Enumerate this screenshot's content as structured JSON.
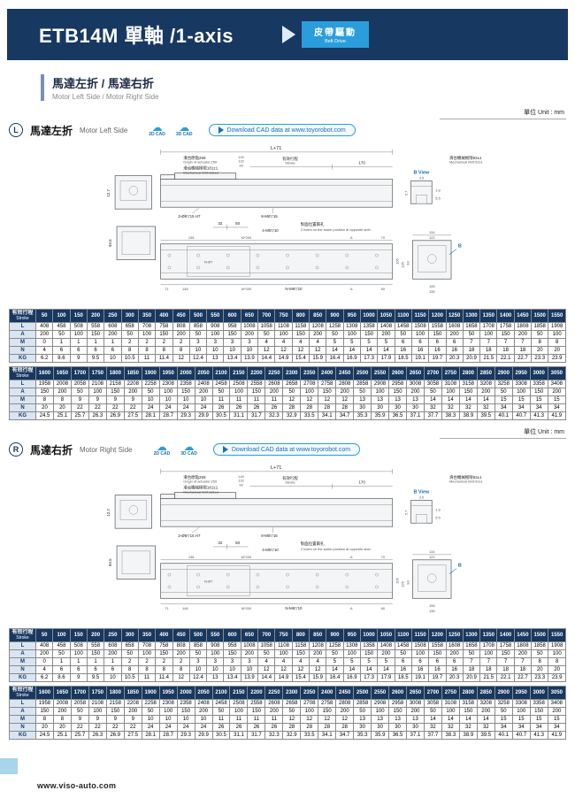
{
  "header": {
    "title": "ETB14M 單軸 /1-axis",
    "badge_cn": "皮帶驅動",
    "badge_en": "Belt Drive"
  },
  "subtitle": {
    "cn": "馬達左折 / 馬達右折",
    "en": "Motor Left Side / Motor Right Side"
  },
  "unit": "單位 Unit : mm",
  "cad": {
    "d2": "2D CAD",
    "d3": "3D CAD",
    "download": "Download CAD data at www.toyorobot.com"
  },
  "sections": [
    {
      "badge": "L",
      "title_cn": "馬達左折",
      "title_en": "Motor Left Side"
    },
    {
      "badge": "R",
      "title_cn": "馬達右折",
      "title_en": "Motor Right Side"
    }
  ],
  "drawing": {
    "dim_l_plus_71": "L+71",
    "origin_cn": "滑台原點259",
    "origin_en": "Origin of actuator:259",
    "stroke_cn": "有效行程",
    "stroke_en": "Stroke",
    "dim_170": "170",
    "dim_140": "140",
    "dim_122": "122",
    "dim_93": "93",
    "mech_limit_181_cn": "滑台機械極限181±1",
    "mech_limit_181_en": "Mechanical limit:181±1",
    "mech_limit_92_cn": "滑台機械極限92±1",
    "mech_limit_92_en": "Mechanical limit:92±1",
    "dim_12_7": "12.7",
    "holes_2_d6": "2-Ø6▽15 H7",
    "holes_8_m6": "8-M6▽15",
    "b_view": "B View",
    "b_label": "B",
    "dim_3_5": "3.5",
    "dim_5_7": "5.7",
    "dim_1_8": "1.8",
    "dim_5_5": "5.5",
    "dim_134": "134",
    "dim_106": "106",
    "dim_135": "135",
    "dim_32": "32",
    "dim_50": "50",
    "holes_4_m5": "4-M5▽10",
    "opposite_cn": "對面位置兩孔",
    "opposite_en": "2 holes on the same position at opposite side.",
    "dim_93_5": "93.5",
    "dim_138": "138",
    "dim_m200": "M*200",
    "dim_a": "A",
    "dim_70": "70",
    "holes_n_d7": "N-Ø7",
    "dim_71": "71",
    "dim_148": "148",
    "holes_n_m6": "N-M6▽10",
    "dim_60": "60"
  },
  "table1": {
    "header_cn": "有效行程",
    "header_en": "Stroke",
    "columns": [
      50,
      100,
      150,
      200,
      250,
      300,
      350,
      400,
      450,
      500,
      550,
      600,
      650,
      700,
      750,
      800,
      850,
      900,
      950,
      1000,
      1050,
      1100,
      1150,
      1200,
      1250,
      1300,
      1350,
      1400,
      1450,
      1500,
      1550
    ],
    "rows": [
      {
        "label": "L",
        "values": [
          408,
          458,
          508,
          558,
          608,
          658,
          708,
          758,
          808,
          858,
          908,
          958,
          1008,
          1058,
          1108,
          1158,
          1208,
          1258,
          1308,
          1358,
          1408,
          1458,
          1508,
          1558,
          1608,
          1658,
          1708,
          1758,
          1808,
          1858,
          1908
        ]
      },
      {
        "label": "A",
        "values": [
          200,
          50,
          100,
          150,
          200,
          50,
          100,
          150,
          200,
          50,
          100,
          150,
          200,
          50,
          100,
          150,
          200,
          50,
          100,
          150,
          200,
          50,
          100,
          150,
          200,
          50,
          100,
          150,
          200,
          50,
          100
        ]
      },
      {
        "label": "M",
        "values": [
          0,
          1,
          1,
          1,
          1,
          2,
          2,
          2,
          2,
          3,
          3,
          3,
          3,
          4,
          4,
          4,
          4,
          5,
          5,
          5,
          5,
          6,
          6,
          6,
          6,
          7,
          7,
          7,
          7,
          8,
          8
        ]
      },
      {
        "label": "N",
        "values": [
          4,
          6,
          6,
          6,
          6,
          8,
          8,
          8,
          8,
          10,
          10,
          10,
          10,
          12,
          12,
          12,
          12,
          14,
          14,
          14,
          14,
          16,
          16,
          16,
          16,
          18,
          18,
          18,
          18,
          20,
          20
        ]
      },
      {
        "label": "KG",
        "values": [
          6.2,
          8.6,
          9,
          9.5,
          10,
          10.5,
          11,
          11.4,
          12,
          12.4,
          13,
          13.4,
          13.9,
          14.4,
          14.9,
          15.4,
          15.9,
          16.4,
          16.9,
          17.3,
          17.9,
          18.5,
          19.1,
          19.7,
          20.3,
          20.9,
          21.5,
          22.1,
          22.7,
          23.3,
          23.9
        ]
      }
    ]
  },
  "table2": {
    "header_cn": "有效行程",
    "header_en": "Stroke",
    "columns": [
      1600,
      1650,
      1700,
      1750,
      1800,
      1850,
      1900,
      1950,
      2000,
      2050,
      2100,
      2150,
      2200,
      2250,
      2300,
      2350,
      2400,
      2450,
      2500,
      2550,
      2600,
      2650,
      2700,
      2750,
      2800,
      2850,
      2900,
      2950,
      3000,
      3050
    ],
    "rows": [
      {
        "label": "L",
        "values": [
          1958,
          2008,
          2058,
          2108,
          2158,
          2208,
          2258,
          2308,
          2358,
          2408,
          2458,
          2508,
          2558,
          2608,
          2658,
          2708,
          2758,
          2808,
          2858,
          2908,
          2958,
          3008,
          3058,
          3108,
          3158,
          3208,
          3258,
          3308,
          3358,
          3408
        ]
      },
      {
        "label": "A",
        "values": [
          150,
          200,
          50,
          100,
          150,
          200,
          50,
          100,
          150,
          200,
          50,
          100,
          150,
          200,
          50,
          100,
          150,
          200,
          50,
          100,
          150,
          200,
          50,
          100,
          150,
          200,
          50,
          100,
          150,
          200
        ]
      },
      {
        "label": "M",
        "values": [
          8,
          8,
          9,
          9,
          9,
          9,
          10,
          10,
          10,
          10,
          11,
          11,
          11,
          11,
          12,
          12,
          12,
          12,
          13,
          13,
          13,
          13,
          14,
          14,
          14,
          14,
          15,
          15,
          15,
          15
        ]
      },
      {
        "label": "N",
        "values": [
          20,
          20,
          22,
          22,
          22,
          22,
          24,
          24,
          24,
          24,
          26,
          26,
          26,
          26,
          28,
          28,
          28,
          28,
          30,
          30,
          30,
          30,
          32,
          32,
          32,
          32,
          34,
          34,
          34,
          34
        ]
      },
      {
        "label": "KG",
        "values": [
          24.5,
          25.1,
          25.7,
          26.3,
          26.9,
          27.5,
          28.1,
          28.7,
          29.3,
          29.9,
          30.5,
          31.1,
          31.7,
          32.3,
          32.9,
          33.5,
          34.1,
          34.7,
          35.3,
          35.9,
          36.5,
          37.1,
          37.7,
          38.3,
          38.9,
          39.5,
          40.1,
          40.7,
          41.3,
          41.9
        ]
      }
    ]
  },
  "footer": {
    "url": "www.viso-auto.com"
  }
}
